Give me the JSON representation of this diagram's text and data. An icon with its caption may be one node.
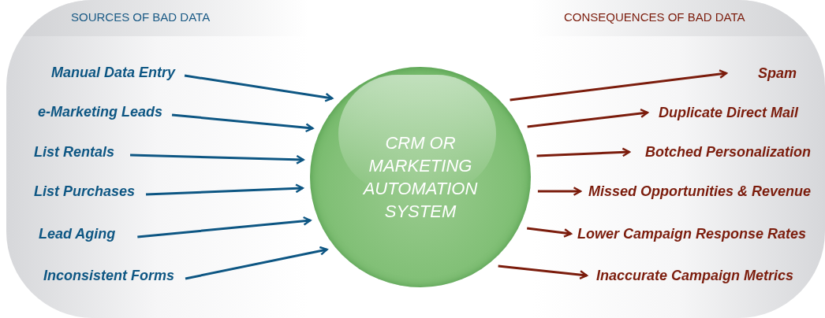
{
  "diagram": {
    "nodes": [
      {
        "text": [
          "SOURCES OF BAD DATA"
        ]
      },
      {
        "text": [
          "Manual Data Entry"
        ],
        "in": 0
      },
      {
        "text": [
          "e-Marketing Leads"
        ],
        "in": 0
      },
      {
        "text": [
          "List Rentals"
        ],
        "in": 0
      },
      {
        "text": [
          "List Purchases"
        ],
        "in": 0
      },
      {
        "text": [
          "Lead Aging"
        ],
        "in": 0
      },
      {
        "text": [
          "Inconsistent Forms"
        ],
        "in": 0
      },
      {
        "text": [
          "CRM OR MARKETING AUTOMATION SYSTEM"
        ]
      },
      {
        "text": [
          "CONSEQUENCES OF BAD DATA"
        ]
      },
      {
        "text": [
          "Spam"
        ],
        "in": 8
      },
      {
        "text": [
          "Duplicate Direct Mail"
        ],
        "in": 8
      },
      {
        "text": [
          "Botched Personalization"
        ],
        "in": 8
      },
      {
        "text": [
          "Missed Opportunities & Revenue"
        ],
        "in": 8
      },
      {
        "text": [
          "Lower Campaign Response Rates"
        ],
        "in": 8
      },
      {
        "text": [
          "Inaccurate Campaign Metrics"
        ],
        "in": 8
      }
    ],
    "edges": [
      {
        "from": 1,
        "to": 7,
        "arrow": "to",
        "color": "#0d5683"
      },
      {
        "from": 2,
        "to": 7,
        "arrow": "to",
        "color": "#0d5683"
      },
      {
        "from": 3,
        "to": 7,
        "arrow": "to",
        "color": "#0d5683"
      },
      {
        "from": 4,
        "to": 7,
        "arrow": "to",
        "color": "#0d5683"
      },
      {
        "from": 5,
        "to": 7,
        "arrow": "to",
        "color": "#0d5683"
      },
      {
        "from": 6,
        "to": 7,
        "arrow": "to",
        "color": "#0d5683"
      },
      {
        "from": 7,
        "to": 9,
        "arrow": "to",
        "color": "#7b1c0c"
      },
      {
        "from": 7,
        "to": 10,
        "arrow": "to",
        "color": "#7b1c0c"
      },
      {
        "from": 7,
        "to": 11,
        "arrow": "to",
        "color": "#7b1c0c"
      },
      {
        "from": 7,
        "to": 12,
        "arrow": "to",
        "color": "#7b1c0c"
      },
      {
        "from": 7,
        "to": 13,
        "arrow": "to",
        "color": "#7b1c0c"
      },
      {
        "from": 7,
        "to": 14,
        "arrow": "to",
        "color": "#7b1c0c"
      }
    ]
  }
}
